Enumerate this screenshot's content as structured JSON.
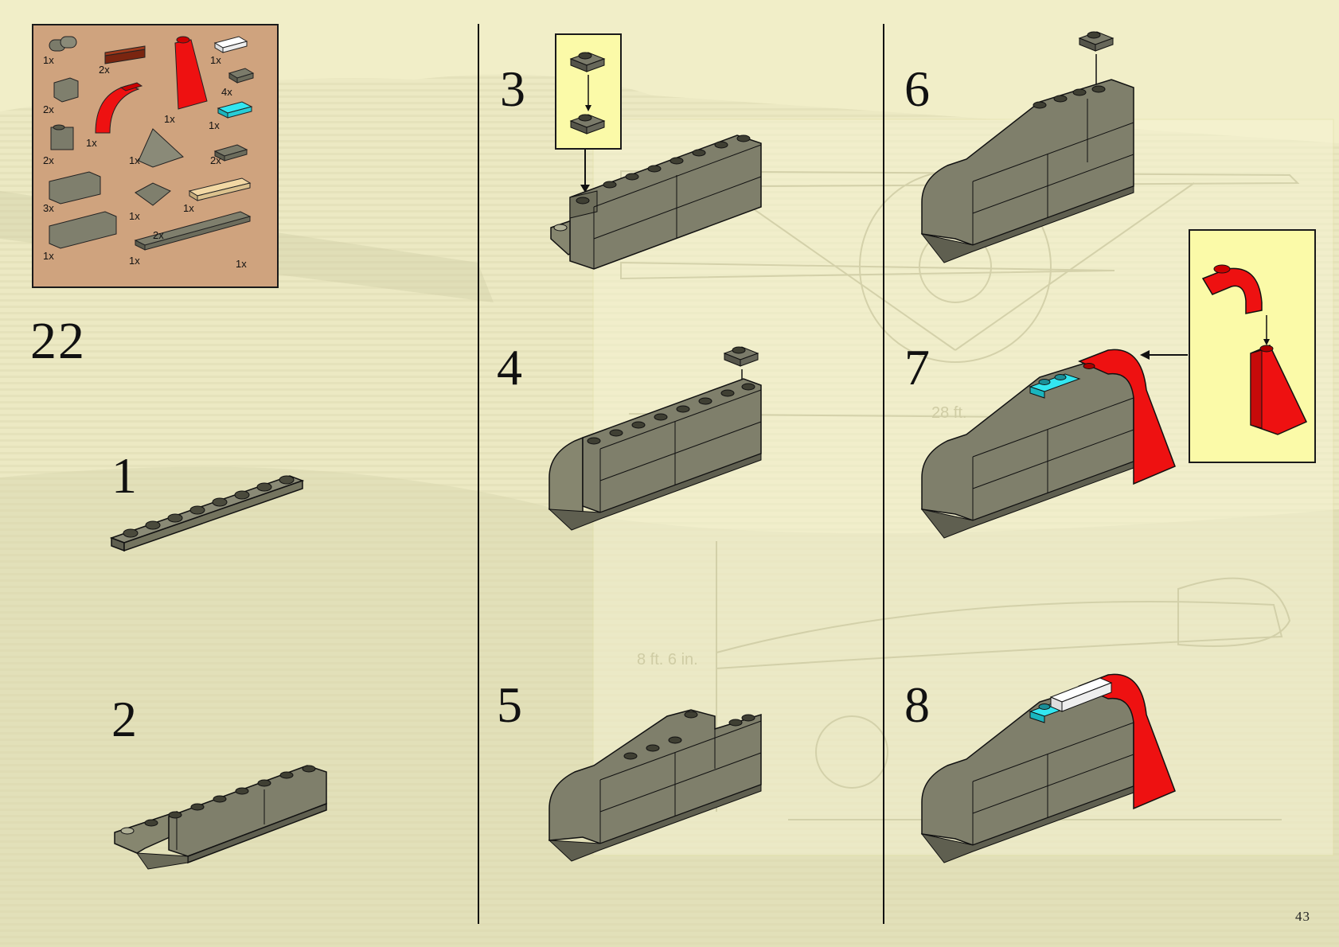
{
  "page": {
    "number": "43"
  },
  "main_step": "22",
  "parts": [
    {
      "qty": "1x",
      "icon": "binoculars-icon"
    },
    {
      "qty": "2x",
      "icon": "dark-red-grille-icon"
    },
    {
      "qty": "1x",
      "icon": "red-slope-brick-icon"
    },
    {
      "qty": "1x",
      "icon": "white-tile-icon"
    },
    {
      "qty": "4x",
      "icon": "dark-gray-plate-1x2-icon"
    },
    {
      "qty": "2x",
      "icon": "gray-bracket-icon"
    },
    {
      "qty": "1x",
      "icon": "red-curved-arch-icon"
    },
    {
      "qty": "1x",
      "icon": "tan-plate-icon"
    },
    {
      "qty": "1x",
      "icon": "cyan-plate-icon"
    },
    {
      "qty": "2x",
      "icon": "gray-brick-1x1-icon"
    },
    {
      "qty": "1x",
      "icon": "gray-curved-slope-icon"
    },
    {
      "qty": "2x",
      "icon": "gray-slope-icon"
    },
    {
      "qty": "1x",
      "icon": "gray-plate-1x2-icon"
    },
    {
      "qty": "3x",
      "icon": "gray-brick-1x3-icon"
    },
    {
      "qty": "1x",
      "icon": "gray-wedge-icon"
    },
    {
      "qty": "1x",
      "icon": "tan-plate-1x4-icon"
    },
    {
      "qty": "2x",
      "icon": "gray-brick-1x4-icon"
    },
    {
      "qty": "1x",
      "icon": "gray-plate-1x8-icon"
    }
  ],
  "sub_steps": [
    "1",
    "2",
    "3",
    "4",
    "5",
    "6",
    "7",
    "8"
  ],
  "colors": {
    "background": "#f3f0cc",
    "parts_box": "#cfa37e",
    "inset": "#fbfaa8",
    "brick_gray": "#8a8a74",
    "brick_red": "#ee1111",
    "brick_cyan": "#33e6f0",
    "tile_white": "#ffffff"
  }
}
